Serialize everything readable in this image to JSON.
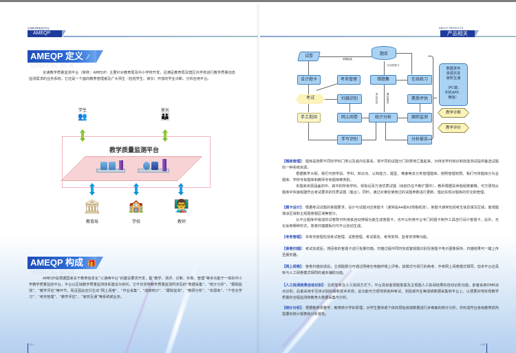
{
  "header": {
    "left_small": "全通教学质量监测平台",
    "left_tag": "AMEQP",
    "right_small": "ABOUT PRODUCTS",
    "right_tag": "产品相关"
  },
  "definition": {
    "heading": "AMEQP 定义",
    "heading_reflection": "AMEQP 定义",
    "paragraph": "全通教学质量监测平台（简称：AMEQP）主要针对教育局及中小学校开发，且满足教育局及辖区内学校进行教学质量动态监测需求的业务系统，它还是一个面向教育管理者及广大师生（包括学生、家长）开放的学业诊断、分析应用平台。"
  },
  "platform_diagram": {
    "title": "教学质量监测平台",
    "top_actors": [
      {
        "label": "学生",
        "icon": "students-icon"
      },
      {
        "label": "家长",
        "icon": "parents-icon"
      }
    ],
    "bottom_actors": [
      {
        "label": "教育局",
        "icon": "education-bureau-icon"
      },
      {
        "label": "学校",
        "icon": "school-icon"
      },
      {
        "label": "教师",
        "icon": "teacher-icon"
      }
    ],
    "colors": {
      "top_arrows": "#8fcc3a",
      "bottom_arrows": "#1aa3e8",
      "platform": "#f7d3d5",
      "border": "#e16a76"
    }
  },
  "composition": {
    "heading": "AMEQP 构成",
    "heading_reflection": "AMEQP 构成",
    "paragraph": "AMEQP是根据国家关于教育信息化“三通两平台”的建设要求开发，集“教学、测评、诊断、补救、管理”等多功能于一体的中小学教学质量监控平台，平台以区域教学质量监测体系建设为依托，它不仅贯穿教学质量监测所涉及的“数据采集”、“统计分析”、“跟踪监测”、“教学评估”等环节，而且因此还衍生出“网上阅卷”、“作业采集”、“成绩统计”、“跟踪监测”、“教研分析”、“资源库”、“个性化学习”、“考务管理”、“教学评估”、“家校互通”等系统或业务。"
  },
  "flowchart": {
    "nodes": {
      "shijuan": "试卷",
      "tiku": "题库",
      "sheji_tika": "设计题卡",
      "kaowu_guanli": "考务管理",
      "cuotiji": "错题集",
      "zaixian_lianxi": "在线练习",
      "kaoshi": "考试",
      "saomiao_shibie": "扫描识别",
      "suzhi_pinggu": "素质评估",
      "shougong_piyue": "手工批阅",
      "wangshang_yuejuan": "网上阅卷",
      "tongji_fenxi": "统计分析",
      "genzong_jiance": "跟踪监测",
      "shouxie_shibie": "手写识别",
      "fenxi_baogao": "分析报告"
    },
    "edge_labels": {
      "zujuan": "录题组卷",
      "zhenduixing": "针对性练习",
      "kaohou": "考后总结",
      "kehou": "课后错讲"
    },
    "publish_box": {
      "lines": [
        "数据发布",
        "资源共享",
        "家校互通",
        "",
        "（PC端、",
        "手机APP、",
        "微信）"
      ]
    },
    "side_tags": [
      "教学诊断",
      "教学评价"
    ]
  },
  "features": [
    {
      "label": "【题库管理】",
      "paragraphs": [
        "：题库是按照不同的学科门类以及其内在联系，将不同的试题分门别类地汇集起来，为特定学科知识和技能测试提供备选试题的一种系统资源。",
        "根据教学大纲，我们可按学段、学科、知识点、认知能力、题型、难度等去分类管理题库，按照管理权限，我们可将题库分为总题库、学校专有题库和教师专有题库等类别。",
        "本题库资源涵盖初中、高中的所有学科，现有近百万道优质试题（目前仍在不断扩展中），教师根据具命题组卷策略，可方便地从题库中快速组建符合考试要求的优质试题（集合），同时，通过对某些使用过的试题参数进行更新，借此实现对题库的优化和管理。"
      ]
    },
    {
      "label": "【题卡设计】",
      "paragraphs": [
        "：根据考试试题的答题要求，设计与试题对应答题卡（通常是A4或A3规格纸张），答题卡通常包括考生信息填写区域，客观题填涂区域和主观题答题区域等部分。",
        "从平台题库中组成的试卷既可利用其自动排版功能生成答题卡，也可以利用平台专门的题卡制作工具自行设计答题卡，此外，无论采用哪种形式，答卷扫描模板均可平台自动生成。"
      ]
    },
    {
      "label": "【考务管理】",
      "paragraphs": [
        "：本考务管理包括考试管理、试卷管理、考试报名、考场安排、监考安排等功能。"
      ]
    },
    {
      "label": "【答卷扫描】",
      "paragraphs": [
        "：考试完成后，将回收的答题卡进行批量扫描，扫描过程中同时完成客观题识别及答题卡电子图像保存，扫描结果可一键上传至服务器。"
      ]
    },
    {
      "label": "【网上阅卷】",
      "paragraphs": [
        "：答卷扫描完成后，主观题部分可通过网络在电脑终端上评卷，其模式与现行的高考、中考网上阅卷模式相同，但本平台还具有与人工阅卷模式相同的诸多辅助功能。"
      ]
    },
    {
      "label": "【人工批阅结果自动识别】",
      "paragraphs": [
        "：在纸笔考及人工批阅方式下，平台具有客观题答案及主观题人工批阅结果的自动识别功能，前者采用OMR涂点识别，后者采用手写体识别的最新技术实现，此功能可方便地将各种考试、测验或作业等成绩数据采集到平台上，以便更好地实现教学质量的全程监测和教育大数据采集与分析。"
      ]
    },
    {
      "label": "【统计分析】",
      "paragraphs": [
        "：根据教育测量学、教育统计学的原理，对学生整体或个体的原始成绩数据进行多维度的统计分析，并形成符合各级教育机构需要的统计报表和分析报告。"
      ]
    }
  ],
  "footer": {
    "left_page": "01 /",
    "right_page": "/ 02"
  }
}
